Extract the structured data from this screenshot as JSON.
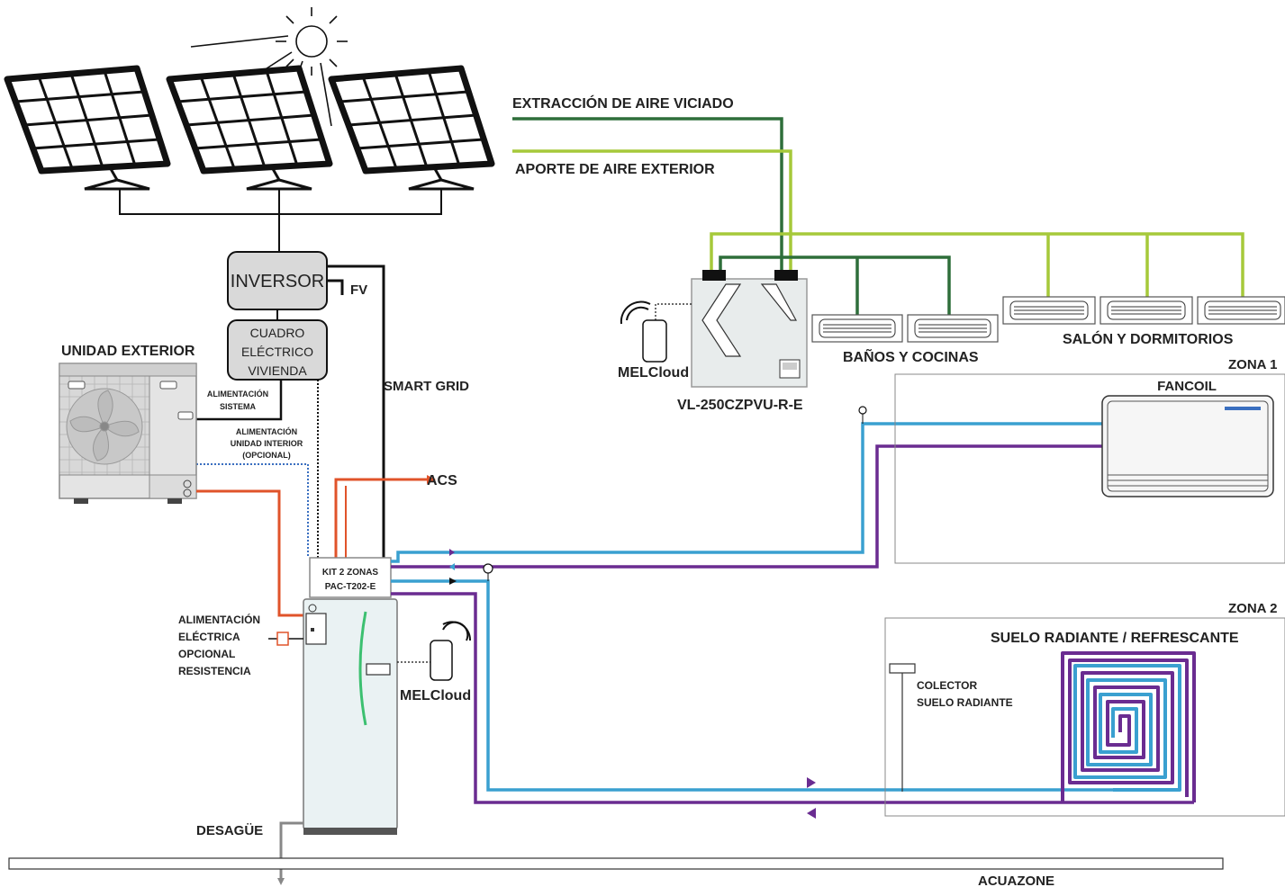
{
  "labels": {
    "inversor": "INVERSOR",
    "cuadro_1": "CUADRO",
    "cuadro_2": "ELÉCTRICO",
    "cuadro_3": "VIVIENDA",
    "fv": "FV",
    "smart_grid": "SMART GRID",
    "unidad_exterior": "UNIDAD EXTERIOR",
    "alim_sistema_1": "ALIMENTACIÓN",
    "alim_sistema_2": "SISTEMA",
    "alim_interior_1": "ALIMENTACIÓN",
    "alim_interior_2": "UNIDAD INTERIOR",
    "alim_interior_3": "(OPCIONAL)",
    "acs": "ACS",
    "kit_1": "KIT 2 ZONAS",
    "kit_2": "PAC-T202-E",
    "alim_res_1": "ALIMENTACIÓN",
    "alim_res_2": "ELÉCTRICA",
    "alim_res_3": "OPCIONAL",
    "alim_res_4": "RESISTENCIA",
    "melcloud_1": "MELCloud",
    "melcloud_2": "MELCloud",
    "desague": "DESAGÜE",
    "acuazone": "ACUAZONE",
    "extraccion": "EXTRACCIÓN DE AIRE VICIADO",
    "aporte": "APORTE DE AIRE EXTERIOR",
    "vl_model": "VL-250CZPVU-R-E",
    "banos": "BAÑOS Y COCINAS",
    "salon": "SALÓN Y DORMITORIOS",
    "zona1": "ZONA 1",
    "fancoil": "FANCOIL",
    "zona2": "ZONA 2",
    "suelo": "SUELO RADIANTE / REFRESCANTE",
    "colector_1": "COLECTOR",
    "colector_2": "SUELO RADIANTE"
  },
  "icons": [
    "sun-icon",
    "solar-panel-icon",
    "wifi-icon",
    "fan-icon"
  ],
  "colors": {
    "dark_green": "#2e6e3a",
    "light_green": "#a6c93a",
    "blue": "#3aa0d0",
    "purple": "#6a2c91",
    "red": "#e0532a",
    "black": "#1a1a1a"
  }
}
